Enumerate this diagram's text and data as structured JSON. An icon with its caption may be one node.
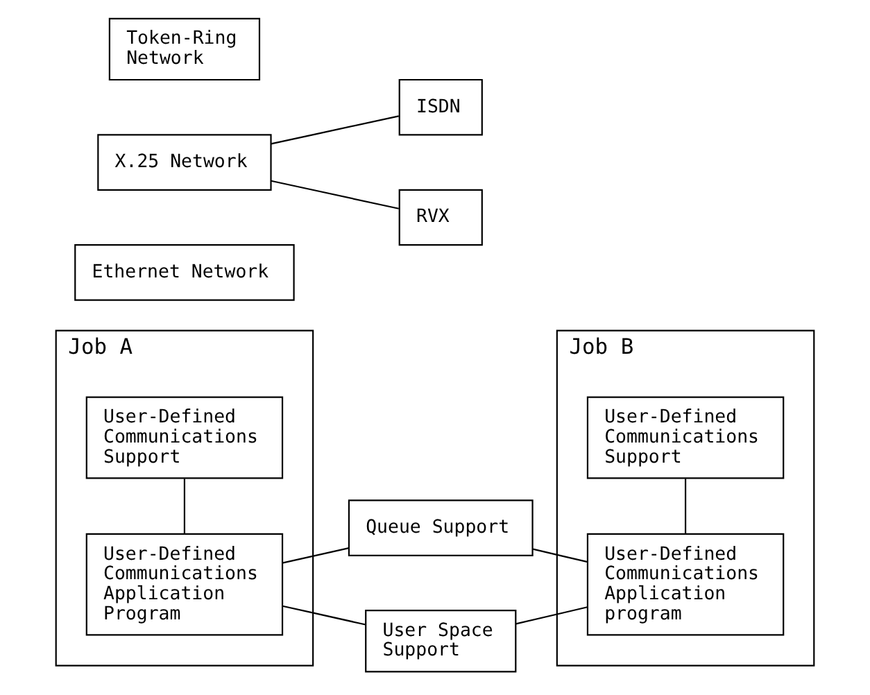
{
  "diagram": {
    "nodes": [
      {
        "text": [
          "Job A"
        ]
      },
      {
        "text": [
          "User-Defined Communications Application Program"
        ],
        "in": 0
      },
      {
        "text": [
          "User-Defined Communications Support"
        ],
        "in": 0
      },
      {
        "text": [
          "Queue Support"
        ]
      },
      {
        "text": [
          "User Space Support"
        ]
      },
      {
        "text": [
          "Job B"
        ]
      },
      {
        "text": [
          "User-Defined Communications Application program"
        ],
        "in": 5
      },
      {
        "text": [
          "User-Defined Communications Support"
        ],
        "in": 5
      },
      {
        "text": [
          "Ethernet Network"
        ]
      },
      {
        "text": [
          "X.25 Network"
        ]
      },
      {
        "text": [
          "Token-Ring Network"
        ]
      },
      {
        "text": [
          "ISDN"
        ]
      },
      {
        "text": [
          "RVX"
        ]
      }
    ],
    "edges": [
      {
        "from": 1,
        "to": 3,
        "arrow": "none"
      },
      {
        "from": 1,
        "to": 4,
        "arrow": "none"
      },
      {
        "from": 3,
        "to": 6,
        "arrow": "none"
      },
      {
        "from": 4,
        "to": 6,
        "arrow": "none"
      },
      {
        "from": 1,
        "to": 2,
        "arrow": "none"
      },
      {
        "from": 6,
        "to": 7,
        "arrow": "none"
      },
      {
        "from": 9,
        "to": 11,
        "arrow": "none"
      },
      {
        "from": 9,
        "to": 12,
        "arrow": "none"
      }
    ]
  }
}
